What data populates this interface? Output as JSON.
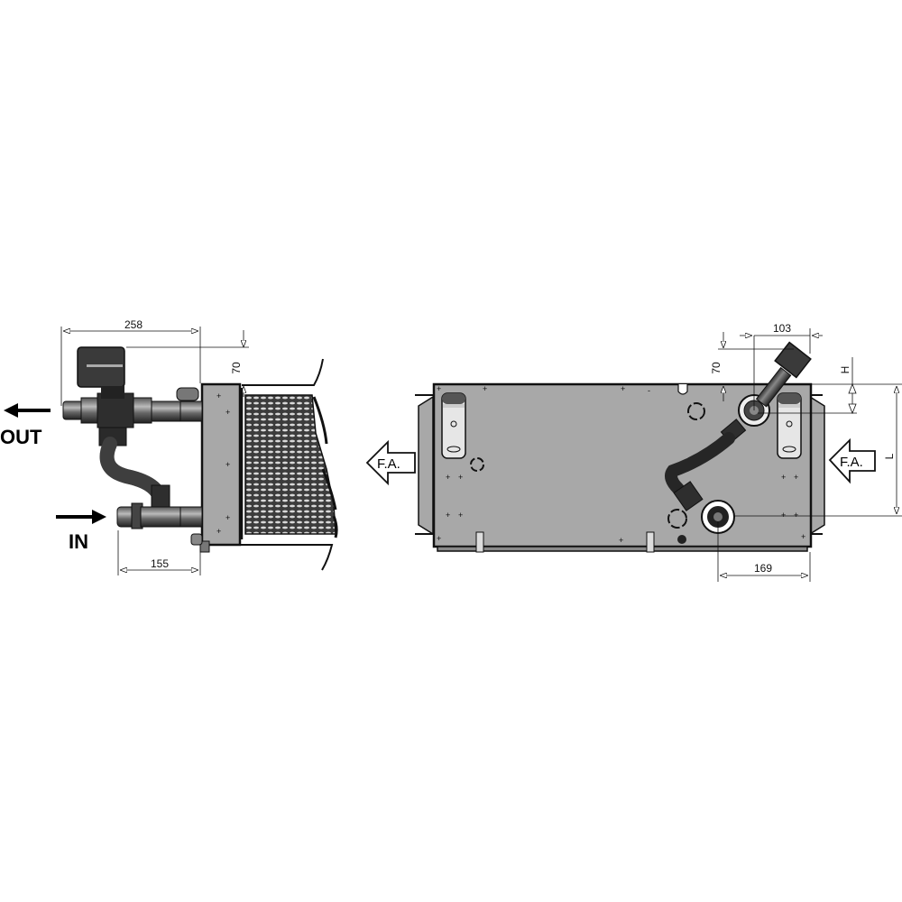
{
  "diagram": {
    "type": "technical-drawing",
    "subject": "fan coil unit with valve kit and flexible hose connections",
    "views": [
      {
        "id": "side-view",
        "labels": {
          "out": "OUT",
          "in": "IN"
        },
        "dimensions": {
          "overall_width": "258",
          "inlet_offset": "155",
          "top_offset": "70"
        }
      },
      {
        "id": "rear-view",
        "labels": {
          "fa_left": "F.A.",
          "fa_right": "F.A."
        },
        "dimensions": {
          "valve_offset": "103",
          "top_offset": "70",
          "h": "H",
          "l": "L",
          "inlet_offset": "169"
        }
      }
    ],
    "colors": {
      "panel_fill": "#a8a8a8",
      "outline": "#111111",
      "pipe_dark": "#3a3a3a",
      "background": "#ffffff"
    }
  },
  "side": {
    "out_label": "OUT",
    "in_label": "IN",
    "dim_258": "258",
    "dim_155": "155",
    "dim_70": "70"
  },
  "rear": {
    "fa_left": "F.A.",
    "fa_right": "F.A.",
    "dim_103": "103",
    "dim_70": "70",
    "dim_h": "H",
    "dim_l": "L",
    "dim_169": "169"
  }
}
